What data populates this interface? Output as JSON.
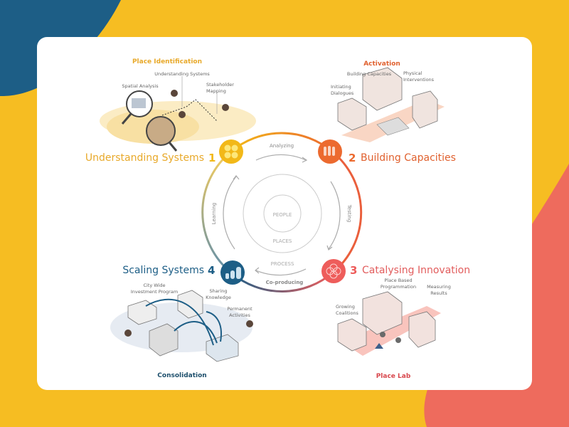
{
  "colors": {
    "yellow": "#f2b818",
    "orange": "#ec6a2f",
    "coral": "#ee5d5b",
    "blue": "#1d5e86",
    "gray": "#8a8a8a"
  },
  "center": {
    "inner": "PEOPLE",
    "middle": "PLACES",
    "outer": "PROCESS"
  },
  "cycle": {
    "top": "Analyzing",
    "right": "Testing",
    "bottom": "Co-producing",
    "left": "Learning"
  },
  "stages": [
    {
      "number": "1",
      "title": "Understanding Systems",
      "phase": "Place Identification",
      "labels": [
        "Understanding Systems",
        "Spatial Analysis",
        "Stakeholder",
        "Mapping"
      ],
      "icon": "puzzle-flower-icon"
    },
    {
      "number": "2",
      "title": "Building Capacities",
      "phase": "Activation",
      "labels": [
        "Building Capacities",
        "Physical",
        "Interventions",
        "Initiating",
        "Dialogues"
      ],
      "icon": "people-group-icon"
    },
    {
      "number": "3",
      "title": "Catalysing Innovation",
      "phase": "Place Lab",
      "labels": [
        "Place Based",
        "Programmation",
        "Measuring",
        "Results",
        "Growing",
        "Coalitions"
      ],
      "icon": "network-flower-icon"
    },
    {
      "number": "4",
      "title": "Scaling Systems",
      "phase": "Consolidation",
      "labels": [
        "City Wide",
        "Investment Program",
        "Sharing",
        "Knowledge",
        "Permanent",
        "Activities"
      ],
      "icon": "growth-bars-icon"
    }
  ]
}
